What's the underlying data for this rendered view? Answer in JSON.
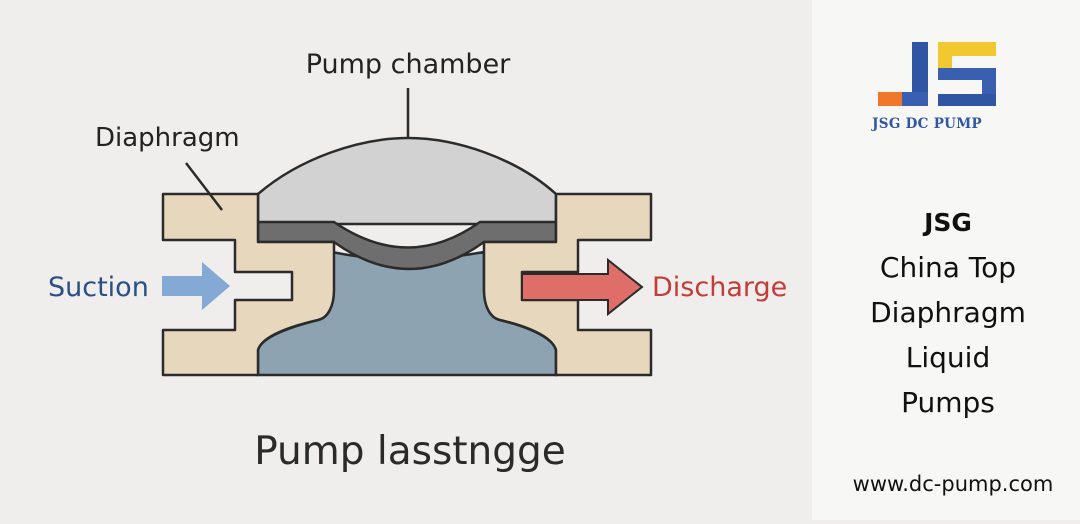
{
  "diagram": {
    "labels": {
      "pump_chamber": "Pump chamber",
      "diaphragm": "Diaphragm",
      "suction": "Suction",
      "discharge": "Discharge",
      "caption": "Pump lasstngge"
    },
    "colors": {
      "background": "#efeeec",
      "housing": "#e7d8bd",
      "chamber": "#d2d2d2",
      "diaphragm": "#6e6e6e",
      "liquid": "#8ea3b2",
      "outline": "#2b2b2b",
      "suction_arrow": "#84a9d4",
      "suction_text": "#2a4f86",
      "discharge_arrow": "#e06e68",
      "discharge_text": "#c33c3a"
    }
  },
  "brand": {
    "logo": "JSG-logo",
    "name": "JSG DC PUMP",
    "colors": {
      "orange": "#f0782a",
      "blue": "#2f55a3",
      "yellow": "#f2c830"
    }
  },
  "tagline": {
    "line1": "JSG",
    "line2": "China Top",
    "line3": "Diaphragm",
    "line4": "Liquid",
    "line5": "Pumps"
  },
  "website": "www.dc-pump.com"
}
